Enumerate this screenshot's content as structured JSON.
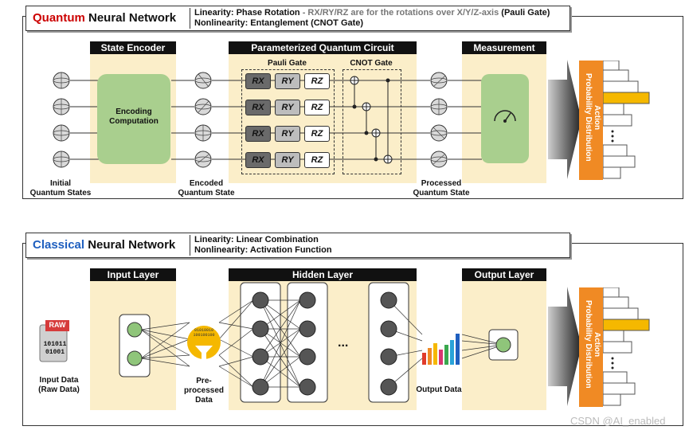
{
  "quantum": {
    "title_colored": "Quantum",
    "title_rest": " Neural Network",
    "linearity_key": "Linearity:",
    "linearity_val": " Phase Rotation",
    "linearity_note": " - RX/RY/RZ are for the rotations over X/Y/Z-axis",
    "linearity_tail": " (Pauli Gate)",
    "nonlinearity_key": "Nonlinearity:",
    "nonlinearity_val": " Entanglement (CNOT Gate)",
    "state_encoder": "State Encoder",
    "pqc": "Parameterized Quantum Circuit",
    "measurement": "Measurement",
    "pauli_gate": "Pauli Gate",
    "cnot_gate": "CNOT Gate",
    "encoding_line1": "Encoding",
    "encoding_line2": "Computation",
    "initial_line1": "Initial",
    "initial_line2": "Quantum States",
    "encoded_line1": "Encoded",
    "encoded_line2": "Quantum State",
    "processed_line1": "Processed",
    "processed_line2": "Quantum State",
    "gate_rx": "RX",
    "gate_ry": "RY",
    "gate_rz": "RZ",
    "action_line1": "Action",
    "action_line2": "Probability Distribution"
  },
  "classical": {
    "title_colored": "Classical",
    "title_rest": " Neural Network",
    "linearity_key": "Linearity:",
    "linearity_val": " Linear Combination",
    "nonlinearity_key": "Nonlinearity:",
    "nonlinearity_val": " Activation Function",
    "input_layer": "Input Layer",
    "hidden_layer": "Hidden Layer",
    "output_layer": "Output Layer",
    "input_data_line1": "Input Data",
    "input_data_line2": "(Raw Data)",
    "raw_badge": "RAW",
    "raw_bits_1": "101011",
    "raw_bits_2": "01001",
    "pre_line1": "Pre-",
    "pre_line2": "processed",
    "pre_line3": "Data",
    "filter_bits_1": "01010010",
    "filter_bits_2": "100100100",
    "ellipsis": "...",
    "output_data": "Output Data",
    "action_line1": "Action",
    "action_line2": "Probability Distribution"
  },
  "watermark": "CSDN @AI_enabled",
  "colors": {
    "quantum_red": "#cc0000",
    "classical_blue": "#1f5fbf",
    "zone_bg": "#fbeec9",
    "green_box": "#a9cf8e",
    "orange_action": "#f08a24",
    "highlight_bar": "#f5b800"
  }
}
